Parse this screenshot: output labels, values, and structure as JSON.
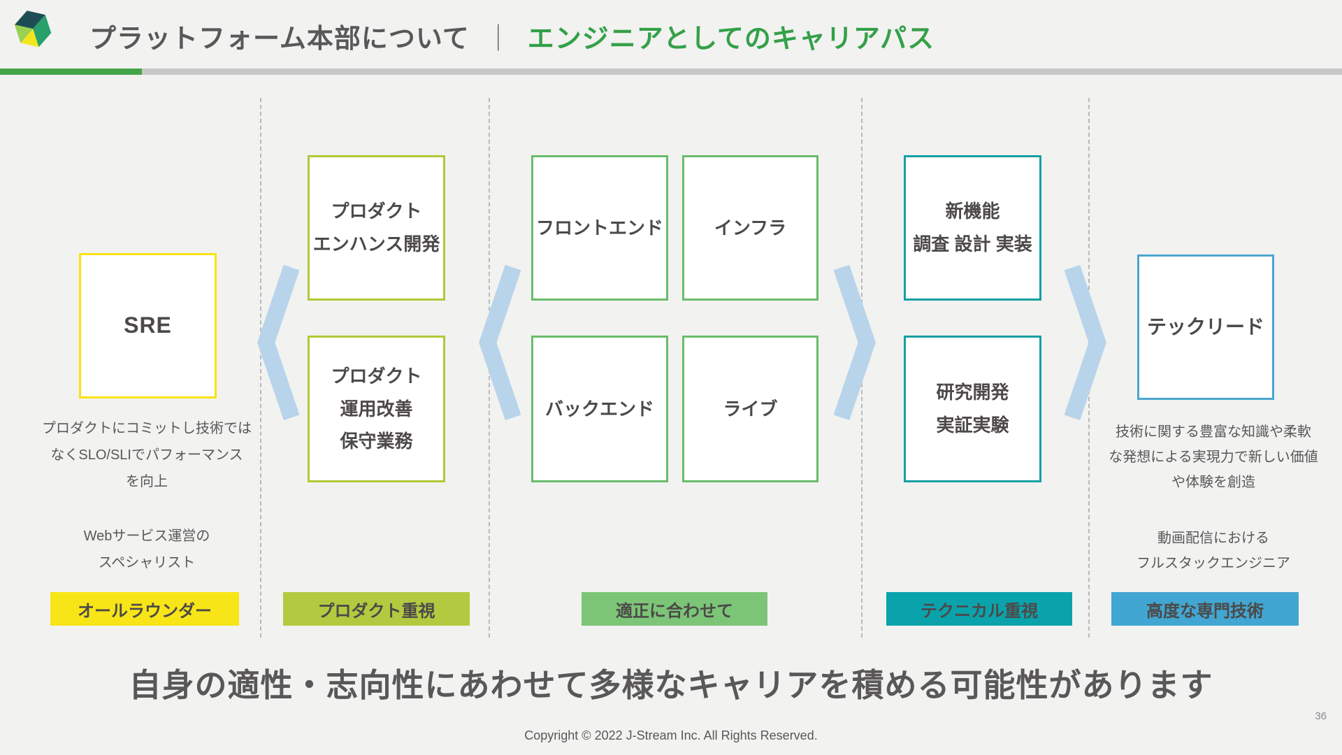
{
  "header": {
    "title_left": "プラットフォーム本部について",
    "divider": "｜",
    "title_right": "エンジニアとしてのキャリアパス"
  },
  "palette": {
    "title_green": "#34a048",
    "rule_green": "#44a548",
    "yellow": "#f7e518",
    "yellow_green": "#b3ca40",
    "green": "#7cc577",
    "teal": "#0aa3ac",
    "blue": "#41a6d1",
    "chevron_blue": "#b7d4ea"
  },
  "columns": [
    {
      "boxes": [
        "SRE"
      ],
      "desc1": "プロダクトにコミットし技術では\nなくSLO/SLIでパフォーマンス\nを向上",
      "desc2": "Webサービス運営の\nスペシャリスト",
      "label": "オールラウンダー",
      "color": "#f7e518"
    },
    {
      "boxes": [
        "プロダクト\nエンハンス開発",
        "プロダクト\n運用改善\n保守業務"
      ],
      "label": "プロダクト重視",
      "color": "#b3ca40"
    },
    {
      "boxes": [
        "フロントエンド",
        "インフラ",
        "バックエンド",
        "ライブ"
      ],
      "label": "適正に合わせて",
      "color": "#7cc577"
    },
    {
      "boxes": [
        "新機能\n調査 設計 実装",
        "研究開発\n実証実験"
      ],
      "label": "テクニカル重視",
      "color": "#0aa3ac"
    },
    {
      "boxes": [
        "テックリード"
      ],
      "desc1": "技術に関する豊富な知識や柔軟\nな発想による実現力で新しい価値\nや体験を創造",
      "desc2": "動画配信における\nフルスタックエンジニア",
      "label": "高度な専門技術",
      "color": "#41a6d1"
    }
  ],
  "headline": "自身の適性・志向性にあわせて多様なキャリアを積める可能性があります",
  "footer": {
    "copyright": "Copyright © 2022 J-Stream Inc. All Rights Reserved.",
    "page": "36"
  }
}
